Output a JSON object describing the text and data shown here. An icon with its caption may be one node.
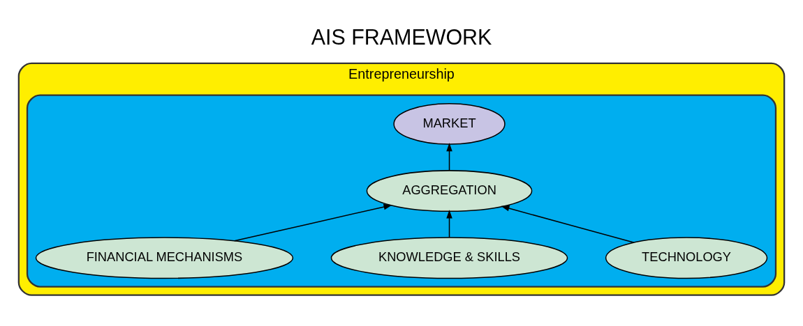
{
  "diagram": {
    "title": "AIS FRAMEWORK",
    "nodes": [
      {
        "text": [
          "Entrepreneurship"
        ]
      },
      {
        "text": [],
        "shape": "ellipse",
        "in": 0
      },
      {
        "text": [
          "MARKET"
        ],
        "in": 1
      },
      {
        "text": [
          "TECHNOLOGY"
        ],
        "in": 1
      },
      {
        "text": [
          "AGGREGATION"
        ],
        "in": 1
      },
      {
        "text": [
          "KNOWLEDGE & SKILLS"
        ],
        "in": 1
      },
      {
        "text": [
          "FINANCIAL MECHANISMS"
        ],
        "in": 1
      }
    ],
    "edges": [
      {
        "from": 3,
        "to": 4,
        "arrow": "to"
      },
      {
        "from": 5,
        "to": 4,
        "arrow": "to"
      },
      {
        "from": 6,
        "to": 4,
        "arrow": "to"
      },
      {
        "from": 4,
        "to": 2,
        "arrow": "to"
      }
    ]
  }
}
